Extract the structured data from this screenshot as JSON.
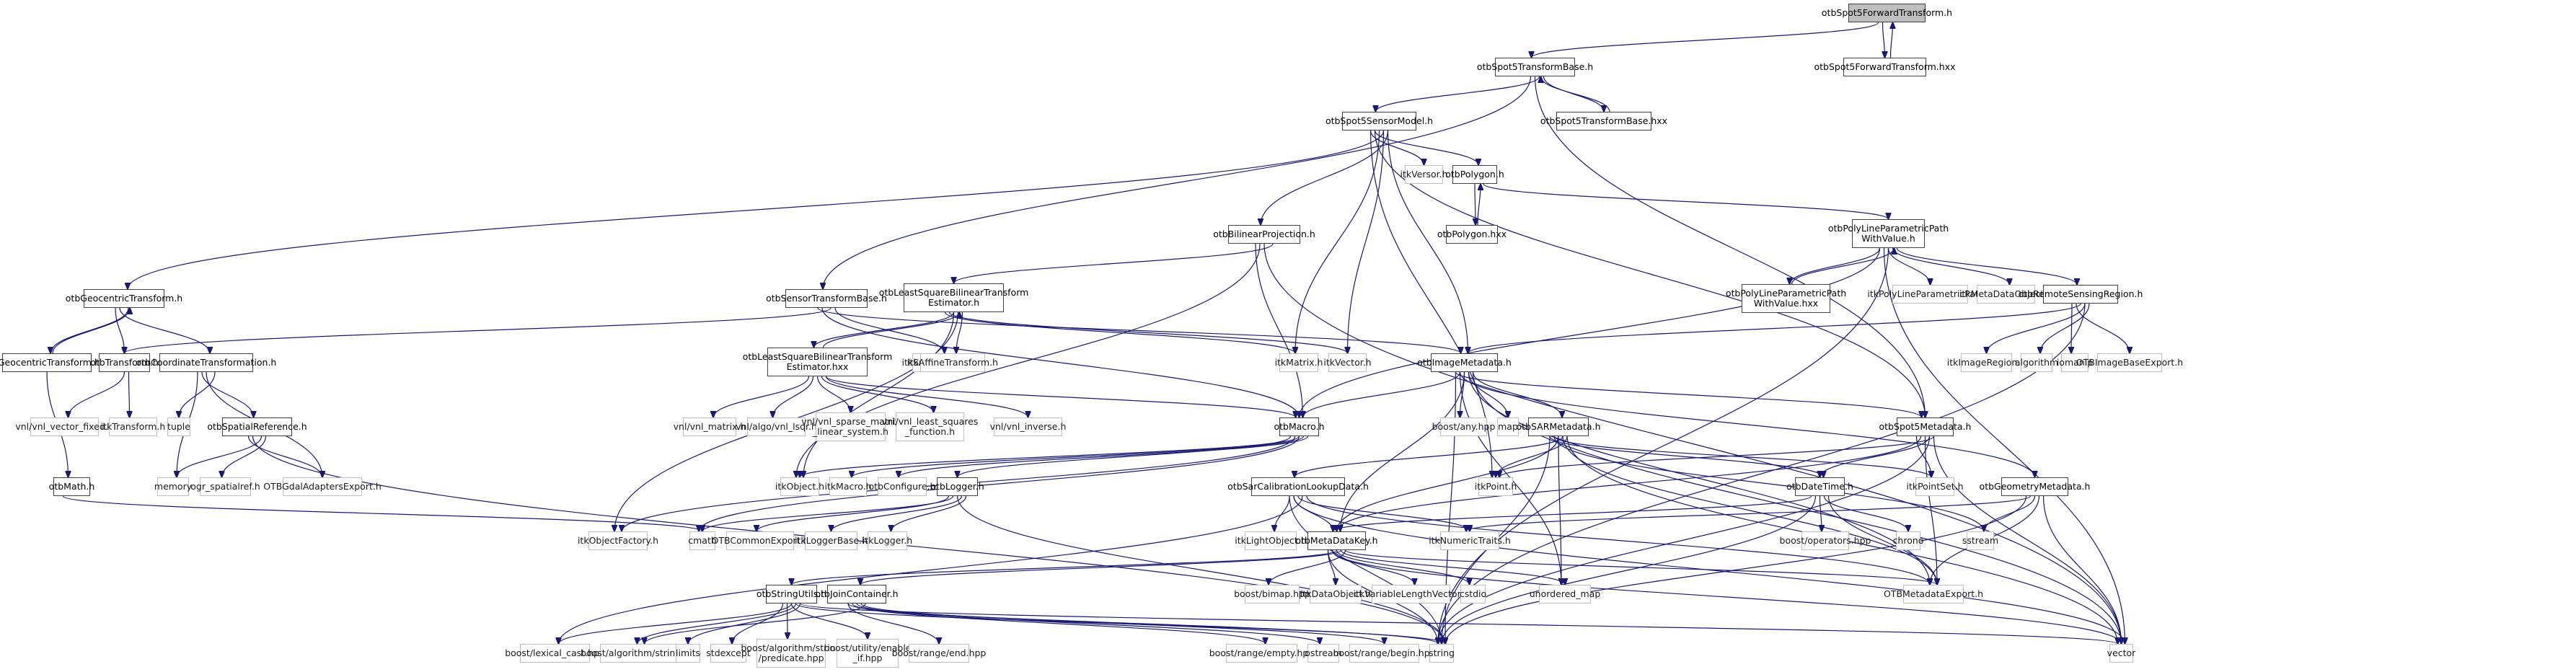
{
  "title": "otbSpot5ForwardTransform.h include dependency graph",
  "colors": {
    "edge": "#191970",
    "root_fill": "#bfbfbf",
    "internal_border": "#404040",
    "external_border": "#bfbfbf"
  },
  "nodes": [
    {
      "id": "root",
      "label": "otbSpot5ForwardTransform.h",
      "kind": "root"
    },
    {
      "id": "fwdhxx",
      "label": "otbSpot5ForwardTransform.hxx",
      "kind": "internal"
    },
    {
      "id": "tbase",
      "label": "otbSpot5TransformBase.h",
      "kind": "internal"
    },
    {
      "id": "tbasehxx",
      "label": "otbSpot5TransformBase.hxx",
      "kind": "internal"
    },
    {
      "id": "sensor",
      "label": "otbSpot5SensorModel.h",
      "kind": "internal"
    },
    {
      "id": "itkversor",
      "label": "itkVersor.h",
      "kind": "external"
    },
    {
      "id": "polygon",
      "label": "otbPolygon.h",
      "kind": "internal"
    },
    {
      "id": "polygonhxx",
      "label": "otbPolygon.hxx",
      "kind": "internal"
    },
    {
      "id": "bilin",
      "label": "otbBilinearProjection.h",
      "kind": "internal"
    },
    {
      "id": "plpp",
      "label": "otbPolyLineParametricPath\nWithValue.h",
      "kind": "internal"
    },
    {
      "id": "plpphxx",
      "label": "otbPolyLineParametricPath\nWithValue.hxx",
      "kind": "internal"
    },
    {
      "id": "itkplpp",
      "label": "itkPolyLineParametricPath.h",
      "kind": "external"
    },
    {
      "id": "itkmdo",
      "label": "itkMetaDataObject.h",
      "kind": "external"
    },
    {
      "id": "rsregion",
      "label": "otbRemoteSensingRegion.h",
      "kind": "internal"
    },
    {
      "id": "geoc",
      "label": "otbGeocentricTransform.h",
      "kind": "internal"
    },
    {
      "id": "geochxx",
      "label": "otbGeocentricTransform.hxx",
      "kind": "internal"
    },
    {
      "id": "otbtransform",
      "label": "otbTransform.h",
      "kind": "internal"
    },
    {
      "id": "coordtr",
      "label": "otbCoordinateTransformation.h",
      "kind": "internal"
    },
    {
      "id": "sensorbase",
      "label": "otbSensorTransformBase.h",
      "kind": "internal"
    },
    {
      "id": "itksmart",
      "label": "itkSmartPointer.h",
      "kind": "external"
    },
    {
      "id": "lsq",
      "label": "otbLeastSquareBilinearTransform\nEstimator.h",
      "kind": "internal"
    },
    {
      "id": "lsqhxx",
      "label": "otbLeastSquareBilinearTransform\nEstimator.hxx",
      "kind": "internal"
    },
    {
      "id": "itkaffine",
      "label": "itkAffineTransform.h",
      "kind": "external"
    },
    {
      "id": "itkmatrix",
      "label": "itkMatrix.h",
      "kind": "external"
    },
    {
      "id": "itkvector",
      "label": "itkVector.h",
      "kind": "external"
    },
    {
      "id": "imgmeta",
      "label": "otbImageMetadata.h",
      "kind": "internal"
    },
    {
      "id": "itkimgregion",
      "label": "itkImageRegion.h",
      "kind": "external"
    },
    {
      "id": "algorithm",
      "label": "algorithm",
      "kind": "external"
    },
    {
      "id": "iomanip",
      "label": "iomanip",
      "kind": "external"
    },
    {
      "id": "otbimgbaseexp",
      "label": "OTBImageBaseExport.h",
      "kind": "external"
    },
    {
      "id": "vnlvecfixed",
      "label": "vnl/vnl_vector_fixed.h",
      "kind": "external"
    },
    {
      "id": "itktransform",
      "label": "itkTransform.h",
      "kind": "external"
    },
    {
      "id": "tuple",
      "label": "tuple",
      "kind": "external"
    },
    {
      "id": "spatialref",
      "label": "otbSpatialReference.h",
      "kind": "internal"
    },
    {
      "id": "vnlinverse",
      "label": "vnl/vnl_inverse.h",
      "kind": "external"
    },
    {
      "id": "vnlmatrix",
      "label": "vnl/vnl_matrix.h",
      "kind": "external"
    },
    {
      "id": "vnllsqr",
      "label": "vnl/algo/vnl_lsqr.h",
      "kind": "external"
    },
    {
      "id": "vnlsparse",
      "label": "vnl/vnl_sparse_matrix\n_linear_system.h",
      "kind": "external"
    },
    {
      "id": "vnllsf",
      "label": "vnl/vnl_least_squares\n_function.h",
      "kind": "external"
    },
    {
      "id": "otbmacro",
      "label": "otbMacro.h",
      "kind": "internal"
    },
    {
      "id": "boostany",
      "label": "boost/any.hpp",
      "kind": "external"
    },
    {
      "id": "map",
      "label": "map",
      "kind": "external"
    },
    {
      "id": "sarmeta",
      "label": "otbSARMetadata.h",
      "kind": "internal"
    },
    {
      "id": "spot5meta",
      "label": "otbSpot5Metadata.h",
      "kind": "internal"
    },
    {
      "id": "otbmath",
      "label": "otbMath.h",
      "kind": "internal"
    },
    {
      "id": "memory",
      "label": "memory",
      "kind": "external"
    },
    {
      "id": "ogr",
      "label": "ogr_spatialref.h",
      "kind": "external"
    },
    {
      "id": "gdalexp",
      "label": "OTBGdalAdaptersExport.h",
      "kind": "external"
    },
    {
      "id": "itkobject",
      "label": "itkObject.h",
      "kind": "external"
    },
    {
      "id": "itkmacro",
      "label": "itkMacro.h",
      "kind": "external"
    },
    {
      "id": "otbconfig",
      "label": "otbConfigure.h",
      "kind": "external"
    },
    {
      "id": "otblogger",
      "label": "otbLogger.h",
      "kind": "internal"
    },
    {
      "id": "sarcal",
      "label": "otbSarCalibrationLookupData.h",
      "kind": "internal"
    },
    {
      "id": "itkpoint",
      "label": "itkPoint.h",
      "kind": "external"
    },
    {
      "id": "datetime",
      "label": "otbDateTime.h",
      "kind": "internal"
    },
    {
      "id": "itkpointset",
      "label": "itkPointSet.h",
      "kind": "external"
    },
    {
      "id": "geommeta",
      "label": "otbGeometryMetadata.h",
      "kind": "internal"
    },
    {
      "id": "itkobjfactory",
      "label": "itkObjectFactory.h",
      "kind": "external"
    },
    {
      "id": "cmath",
      "label": "cmath",
      "kind": "external"
    },
    {
      "id": "otbcommonexp",
      "label": "OTBCommonExport.h",
      "kind": "external"
    },
    {
      "id": "itkloggerbase",
      "label": "itkLoggerBase.h",
      "kind": "external"
    },
    {
      "id": "itklogger",
      "label": "itkLogger.h",
      "kind": "external"
    },
    {
      "id": "itklightobj",
      "label": "itkLightObject.h",
      "kind": "external"
    },
    {
      "id": "mdkey",
      "label": "otbMetaDataKey.h",
      "kind": "internal"
    },
    {
      "id": "itknumtraits",
      "label": "itkNumericTraits.h",
      "kind": "external"
    },
    {
      "id": "boostops",
      "label": "boost/operators.hpp",
      "kind": "external"
    },
    {
      "id": "chrono",
      "label": "chrono",
      "kind": "external"
    },
    {
      "id": "sstream",
      "label": "sstream",
      "kind": "external"
    },
    {
      "id": "strutils",
      "label": "otbStringUtils.h",
      "kind": "internal"
    },
    {
      "id": "joincont",
      "label": "otbJoinContainer.h",
      "kind": "internal"
    },
    {
      "id": "boostbimap",
      "label": "boost/bimap.hpp",
      "kind": "external"
    },
    {
      "id": "itkdataobj",
      "label": "itkDataObject.h",
      "kind": "external"
    },
    {
      "id": "itkvlv",
      "label": "itkVariableLengthVector.h",
      "kind": "external"
    },
    {
      "id": "cstdio",
      "label": "cstdio",
      "kind": "external"
    },
    {
      "id": "unorderedmap",
      "label": "unordered_map",
      "kind": "external"
    },
    {
      "id": "metaexp",
      "label": "OTBMetadataExport.h",
      "kind": "external"
    },
    {
      "id": "lexcast",
      "label": "boost/lexical_cast.hpp",
      "kind": "external"
    },
    {
      "id": "boostalgstr",
      "label": "boost/algorithm/string.hpp",
      "kind": "external"
    },
    {
      "id": "limits",
      "label": "limits",
      "kind": "external"
    },
    {
      "id": "stdexcept",
      "label": "stdexcept",
      "kind": "external"
    },
    {
      "id": "boostpred",
      "label": "boost/algorithm/string\n/predicate.hpp",
      "kind": "external"
    },
    {
      "id": "boostenable",
      "label": "boost/utility/enable\n_if.hpp",
      "kind": "external"
    },
    {
      "id": "boostrangeend",
      "label": "boost/range/end.hpp",
      "kind": "external"
    },
    {
      "id": "boostrangeempty",
      "label": "boost/range/empty.hpp",
      "kind": "external"
    },
    {
      "id": "ostream",
      "label": "ostream",
      "kind": "external"
    },
    {
      "id": "boostrangebegin",
      "label": "boost/range/begin.hpp",
      "kind": "external"
    },
    {
      "id": "string",
      "label": "string",
      "kind": "external"
    },
    {
      "id": "vector",
      "label": "vector",
      "kind": "external"
    }
  ],
  "edges": [
    [
      "root",
      "tbase"
    ],
    [
      "root",
      "fwdhxx"
    ],
    [
      "fwdhxx",
      "root"
    ],
    [
      "tbase",
      "sensor"
    ],
    [
      "tbase",
      "tbasehxx"
    ],
    [
      "tbasehxx",
      "tbase"
    ],
    [
      "tbase",
      "sensorbase"
    ],
    [
      "tbase",
      "spot5meta"
    ],
    [
      "sensor",
      "geoc"
    ],
    [
      "sensor",
      "bilin"
    ],
    [
      "sensor",
      "itkversor"
    ],
    [
      "sensor",
      "polygon"
    ],
    [
      "sensor",
      "itkmatrix"
    ],
    [
      "sensor",
      "itkvector"
    ],
    [
      "sensor",
      "imgmeta"
    ],
    [
      "sensor",
      "itkpoint"
    ],
    [
      "sensor",
      "spot5meta"
    ],
    [
      "polygon",
      "polygonhxx"
    ],
    [
      "polygonhxx",
      "polygon"
    ],
    [
      "polygon",
      "plpp"
    ],
    [
      "plpp",
      "plpphxx"
    ],
    [
      "plpphxx",
      "plpp"
    ],
    [
      "plpp",
      "itkplpp"
    ],
    [
      "plpp",
      "itkmdo"
    ],
    [
      "plpp",
      "rsregion"
    ],
    [
      "plpp",
      "otbmacro"
    ],
    [
      "plpp",
      "vector"
    ],
    [
      "plpp",
      "string"
    ],
    [
      "rsregion",
      "itkimgregion"
    ],
    [
      "rsregion",
      "algorithm"
    ],
    [
      "rsregion",
      "iomanip"
    ],
    [
      "rsregion",
      "otbimgbaseexp"
    ],
    [
      "rsregion",
      "imgmeta"
    ],
    [
      "rsregion",
      "string"
    ],
    [
      "bilin",
      "lsq"
    ],
    [
      "bilin",
      "otbmacro"
    ],
    [
      "bilin",
      "itkobject"
    ],
    [
      "bilin",
      "vector"
    ],
    [
      "geoc",
      "geochxx"
    ],
    [
      "geochxx",
      "geoc"
    ],
    [
      "geoc",
      "otbtransform"
    ],
    [
      "geoc",
      "coordtr"
    ],
    [
      "geochxx",
      "otbmath"
    ],
    [
      "sensorbase",
      "otbtransform"
    ],
    [
      "sensorbase",
      "itksmart"
    ],
    [
      "sensorbase",
      "imgmeta"
    ],
    [
      "sensorbase",
      "otbmacro"
    ],
    [
      "otbtransform",
      "vnlvecfixed"
    ],
    [
      "otbtransform",
      "itktransform"
    ],
    [
      "coordtr",
      "tuple"
    ],
    [
      "coordtr",
      "memory"
    ],
    [
      "coordtr",
      "spatialref"
    ],
    [
      "coordtr",
      "gdalexp"
    ],
    [
      "spatialref",
      "memory"
    ],
    [
      "spatialref",
      "ogr"
    ],
    [
      "spatialref",
      "gdalexp"
    ],
    [
      "spatialref",
      "string"
    ],
    [
      "lsq",
      "lsqhxx"
    ],
    [
      "lsqhxx",
      "lsq"
    ],
    [
      "lsq",
      "itkaffine"
    ],
    [
      "lsq",
      "itkmatrix"
    ],
    [
      "lsq",
      "itkvector"
    ],
    [
      "lsq",
      "itkobject"
    ],
    [
      "lsq",
      "itkobjfactory"
    ],
    [
      "lsqhxx",
      "vnlinverse"
    ],
    [
      "lsqhxx",
      "vnlmatrix"
    ],
    [
      "lsqhxx",
      "vnllsqr"
    ],
    [
      "lsqhxx",
      "vnlsparse"
    ],
    [
      "lsqhxx",
      "vnllsf"
    ],
    [
      "lsqhxx",
      "otbmacro"
    ],
    [
      "otbmath",
      "cmath"
    ],
    [
      "imgmeta",
      "otbmacro"
    ],
    [
      "imgmeta",
      "boostany"
    ],
    [
      "imgmeta",
      "map"
    ],
    [
      "imgmeta",
      "sarmeta"
    ],
    [
      "imgmeta",
      "spot5meta"
    ],
    [
      "imgmeta",
      "geommeta"
    ],
    [
      "imgmeta",
      "mdkey"
    ],
    [
      "imgmeta",
      "metaexp"
    ],
    [
      "imgmeta",
      "vector"
    ],
    [
      "imgmeta",
      "string"
    ],
    [
      "imgmeta",
      "unorderedmap"
    ],
    [
      "otbmacro",
      "itkobject"
    ],
    [
      "otbmacro",
      "itkmacro"
    ],
    [
      "otbmacro",
      "otbconfig"
    ],
    [
      "otbmacro",
      "otblogger"
    ],
    [
      "otbmacro",
      "itkobjfactory"
    ],
    [
      "otbmacro",
      "cmath"
    ],
    [
      "otblogger",
      "itkloggerbase"
    ],
    [
      "otblogger",
      "itklogger"
    ],
    [
      "otblogger",
      "otbcommonexp"
    ],
    [
      "otblogger",
      "cmath"
    ],
    [
      "otblogger",
      "string"
    ],
    [
      "sarmeta",
      "sarcal"
    ],
    [
      "sarmeta",
      "itkpoint"
    ],
    [
      "sarmeta",
      "datetime"
    ],
    [
      "sarmeta",
      "itkpointset"
    ],
    [
      "sarmeta",
      "mdkey"
    ],
    [
      "sarmeta",
      "metaexp"
    ],
    [
      "sarmeta",
      "vector"
    ],
    [
      "sarmeta",
      "string"
    ],
    [
      "sarmeta",
      "sstream"
    ],
    [
      "sarmeta",
      "unorderedmap"
    ],
    [
      "spot5meta",
      "datetime"
    ],
    [
      "spot5meta",
      "itkpoint"
    ],
    [
      "spot5meta",
      "itkpointset"
    ],
    [
      "spot5meta",
      "mdkey"
    ],
    [
      "spot5meta",
      "metaexp"
    ],
    [
      "spot5meta",
      "string"
    ],
    [
      "spot5meta",
      "vector"
    ],
    [
      "sarcal",
      "itklightobj"
    ],
    [
      "sarcal",
      "mdkey"
    ],
    [
      "sarcal",
      "itknumtraits"
    ],
    [
      "sarcal",
      "lexcast"
    ],
    [
      "sarcal",
      "metaexp"
    ],
    [
      "sarcal",
      "string"
    ],
    [
      "sarcal",
      "vector"
    ],
    [
      "datetime",
      "boostops"
    ],
    [
      "datetime",
      "chrono"
    ],
    [
      "datetime",
      "metaexp"
    ],
    [
      "datetime",
      "mdkey"
    ],
    [
      "datetime",
      "string"
    ],
    [
      "geommeta",
      "sstream"
    ],
    [
      "geommeta",
      "metaexp"
    ],
    [
      "geommeta",
      "vector"
    ],
    [
      "geommeta",
      "string"
    ],
    [
      "geommeta",
      "itknumtraits"
    ],
    [
      "mdkey",
      "strutils"
    ],
    [
      "mdkey",
      "joincont"
    ],
    [
      "mdkey",
      "boostbimap"
    ],
    [
      "mdkey",
      "itkdataobj"
    ],
    [
      "mdkey",
      "itkvlv"
    ],
    [
      "mdkey",
      "cstdio"
    ],
    [
      "mdkey",
      "unorderedmap"
    ],
    [
      "mdkey",
      "metaexp"
    ],
    [
      "mdkey",
      "string"
    ],
    [
      "mdkey",
      "vector"
    ],
    [
      "strutils",
      "lexcast"
    ],
    [
      "strutils",
      "boostalgstr"
    ],
    [
      "strutils",
      "limits"
    ],
    [
      "strutils",
      "stdexcept"
    ],
    [
      "strutils",
      "boostpred"
    ],
    [
      "strutils",
      "boostenable"
    ],
    [
      "strutils",
      "string"
    ],
    [
      "strutils",
      "vector"
    ],
    [
      "joincont",
      "boostrangeend"
    ],
    [
      "joincont",
      "boostrangeempty"
    ],
    [
      "joincont",
      "ostream"
    ],
    [
      "joincont",
      "boostrangebegin"
    ],
    [
      "joincont",
      "boostalgstr"
    ],
    [
      "joincont",
      "string"
    ]
  ]
}
